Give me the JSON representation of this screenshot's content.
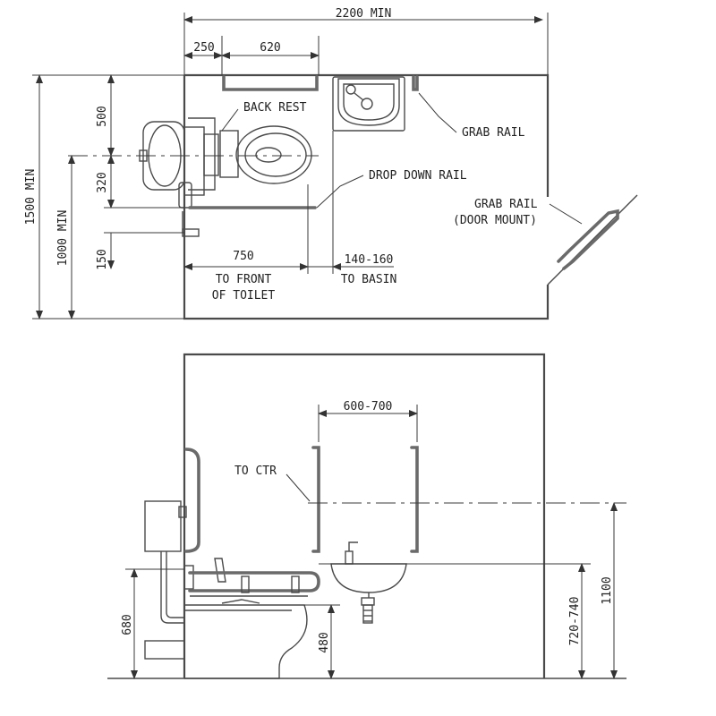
{
  "colors": {
    "line": "#4a4a4a",
    "text": "#222222",
    "background": "#ffffff"
  },
  "plan": {
    "dims": {
      "overall_width": "2200 MIN",
      "offset_250": "250",
      "rail_620": "620",
      "overall_depth": "1500 MIN",
      "depth_1000": "1000 MIN",
      "v_500": "500",
      "v_320": "320",
      "v_150": "150",
      "front_750": "750",
      "basin_gap": "140-160"
    },
    "labels": {
      "back_rest": "BACK REST",
      "grab_rail": "GRAB RAIL",
      "drop_down_rail": "DROP DOWN RAIL",
      "grab_rail_door_1": "GRAB RAIL",
      "grab_rail_door_2": "(DOOR MOUNT)",
      "to_front_1": "TO FRONT",
      "to_front_2": "OF TOILET",
      "to_basin": "TO BASIN"
    }
  },
  "elevation": {
    "dims": {
      "rail_spacing": "600-700",
      "h_1100": "1100",
      "h_720_740": "720-740",
      "h_680": "680",
      "h_480": "480"
    },
    "labels": {
      "to_ctr": "TO CTR"
    }
  }
}
